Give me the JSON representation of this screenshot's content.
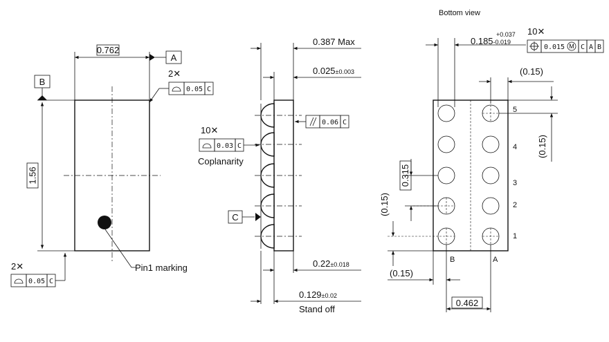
{
  "view": {
    "bottom_view_title": "Bottom view"
  },
  "top": {
    "width_dim": "0.762",
    "height_dim": "1.56",
    "datum_a": "A",
    "datum_b": "B",
    "flat_qty": "2✕",
    "flat_tol": "0.05",
    "flat_ref": "C",
    "flat2_qty": "2✕",
    "flat2_tol": "0.05",
    "flat2_ref": "C",
    "pin1_label": "Pin1 marking"
  },
  "side": {
    "max_height": "0.387 Max",
    "top_thk_main": "0.025",
    "top_thk_tol": "±0.003",
    "parallel_tol": "0.06",
    "parallel_ref": "C",
    "coplan_qty": "10✕",
    "coplan_tol": "0.03",
    "coplan_ref": "C",
    "coplanarity_label": "Coplanarity",
    "datum_c": "C",
    "body_thk_main": "0.22",
    "body_thk_tol": "±0.018",
    "standoff_main": "0.129",
    "standoff_tol": "±0.02",
    "standoff_label": "Stand off"
  },
  "bottom": {
    "ball_dia_main": "0.185",
    "ball_dia_plus": "+0.037",
    "ball_dia_minus": "-0.019",
    "pos_qty": "10✕",
    "pos_tol": "0.015",
    "pos_mod": "M",
    "pos_ref1": "C",
    "pos_ref2": "A",
    "pos_ref3": "B",
    "edge_top": "(0.15)",
    "edge_right": "(0.15)",
    "pitch": "0.315",
    "edge_left": "(0.15)",
    "edge_bottom": "(0.15)",
    "col_pitch": "0.462",
    "row_labels": [
      "5",
      "4",
      "3",
      "2",
      "1"
    ],
    "col_labels": [
      "B",
      "A"
    ]
  }
}
